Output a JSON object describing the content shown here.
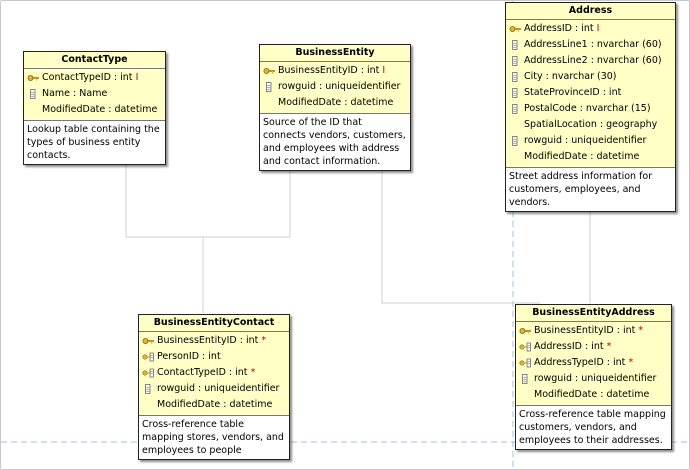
{
  "entities": {
    "contact_type": {
      "title": "ContactType",
      "columns": [
        {
          "name": "ContactTypeID : int",
          "mark": "I",
          "icon": "key-icon"
        },
        {
          "name": "Name : Name",
          "mark": "",
          "icon": "column-icon"
        },
        {
          "name": "ModifiedDate : datetime",
          "mark": "",
          "icon": "none"
        }
      ],
      "description": "Lookup table containing the types of business entity contacts."
    },
    "business_entity": {
      "title": "BusinessEntity",
      "columns": [
        {
          "name": "BusinessEntityID : int",
          "mark": "I",
          "icon": "key-icon"
        },
        {
          "name": "rowguid : uniqueidentifier",
          "mark": "",
          "icon": "column-icon"
        },
        {
          "name": "ModifiedDate : datetime",
          "mark": "",
          "icon": "none"
        }
      ],
      "description": "Source of the ID that connects vendors, customers, and employees with address and contact information."
    },
    "address": {
      "title": "Address",
      "columns": [
        {
          "name": "AddressID : int",
          "mark": "I",
          "icon": "key-icon"
        },
        {
          "name": "AddressLine1 : nvarchar (60)",
          "mark": "",
          "icon": "column-icon"
        },
        {
          "name": "AddressLine2 : nvarchar (60)",
          "mark": "",
          "icon": "column-icon"
        },
        {
          "name": "City : nvarchar (30)",
          "mark": "",
          "icon": "column-icon"
        },
        {
          "name": "StateProvinceID : int",
          "mark": "",
          "icon": "column-icon"
        },
        {
          "name": "PostalCode : nvarchar (15)",
          "mark": "",
          "icon": "column-icon"
        },
        {
          "name": "SpatialLocation : geography",
          "mark": "",
          "icon": "none"
        },
        {
          "name": "rowguid : uniqueidentifier",
          "mark": "",
          "icon": "column-icon"
        },
        {
          "name": "ModifiedDate : datetime",
          "mark": "",
          "icon": "none"
        }
      ],
      "description": "Street address information for customers, employees, and vendors."
    },
    "business_entity_contact": {
      "title": "BusinessEntityContact",
      "columns": [
        {
          "name": "BusinessEntityID : int",
          "mark": "*",
          "icon": "key-icon"
        },
        {
          "name": "PersonID : int",
          "mark": "",
          "icon": "foreign-key-icon"
        },
        {
          "name": "ContactTypeID : int",
          "mark": "*",
          "icon": "foreign-key-icon"
        },
        {
          "name": "rowguid : uniqueidentifier",
          "mark": "",
          "icon": "column-icon"
        },
        {
          "name": "ModifiedDate : datetime",
          "mark": "",
          "icon": "none"
        }
      ],
      "description": "Cross-reference table mapping stores, vendors, and employees to people"
    },
    "business_entity_address": {
      "title": "BusinessEntityAddress",
      "columns": [
        {
          "name": "BusinessEntityID : int",
          "mark": "*",
          "icon": "key-icon"
        },
        {
          "name": "AddressID : int",
          "mark": "*",
          "icon": "foreign-key-icon"
        },
        {
          "name": "AddressTypeID : int",
          "mark": "*",
          "icon": "foreign-key-icon"
        },
        {
          "name": "rowguid : uniqueidentifier",
          "mark": "",
          "icon": "column-icon"
        },
        {
          "name": "ModifiedDate : datetime",
          "mark": "",
          "icon": "none"
        }
      ],
      "description": "Cross-reference table mapping customers, vendors, and employees to their addresses."
    }
  },
  "colors": {
    "header_fill": "#ffffc6",
    "connector": "#cfcfcf",
    "page_break": "#9dc3e6",
    "required_mark": "#c00000"
  }
}
